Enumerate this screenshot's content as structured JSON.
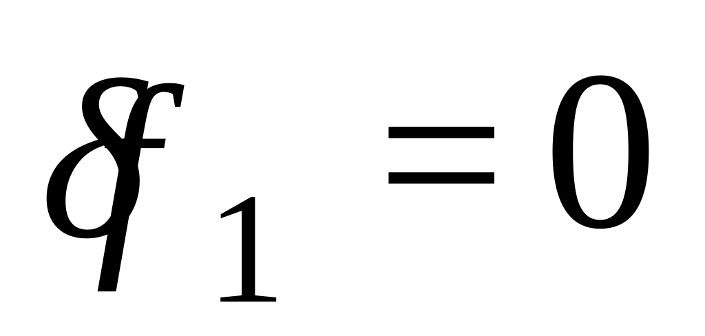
{
  "equation": {
    "delta": "δ",
    "function": "f",
    "subscript": "1",
    "equals": "=",
    "rhs": "0"
  }
}
